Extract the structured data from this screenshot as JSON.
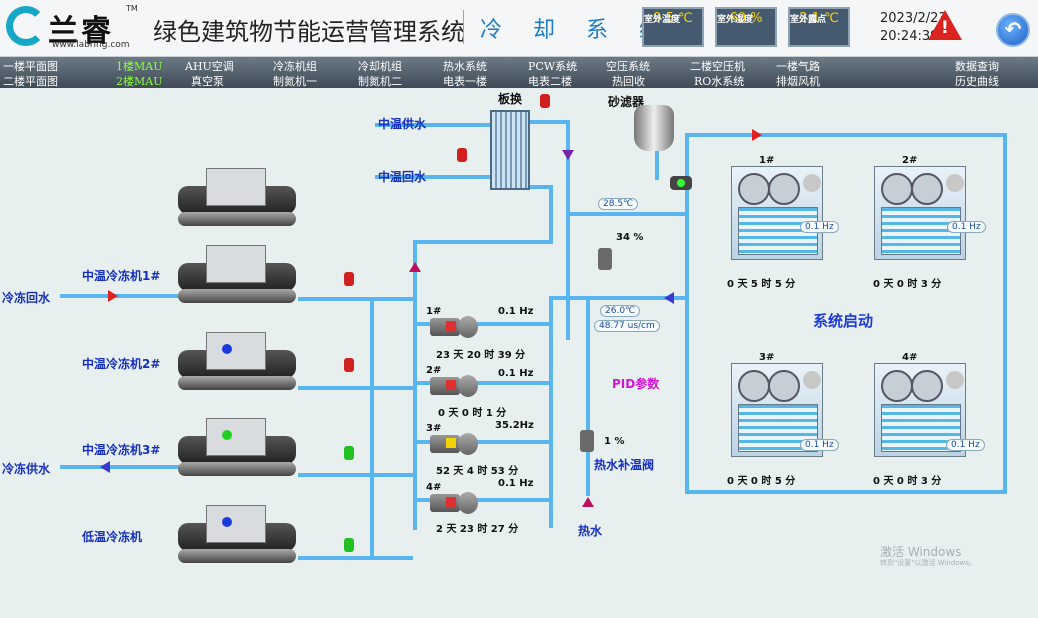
{
  "brand": {
    "name": "兰睿",
    "url": "www.labring.com",
    "tm": "TM"
  },
  "header": {
    "title": "绿色建筑物节能运营管理系统",
    "subtitle": "冷 却 系 统",
    "weather": [
      {
        "label": "室外温度",
        "value": "9.5  ℃"
      },
      {
        "label": "室外湿度",
        "value": "60  %"
      },
      {
        "label": "室外露点",
        "value": "2.1  ℃"
      }
    ],
    "date": "2023/2/23",
    "time": "20:24:39"
  },
  "nav": {
    "row1": [
      "一楼平面图",
      "1楼MAU",
      "AHU空调",
      "冷冻机组",
      "冷却机组",
      "热水系统",
      "PCW系统",
      "空压系统",
      "二楼空压机",
      "一楼气路",
      "数据查询"
    ],
    "row2": [
      "二楼平面图",
      "2楼MAU",
      "真空泵",
      "制氮机一",
      "制氮机二",
      "电表一楼",
      "电表二楼",
      "热回收",
      "RO水系统",
      "排烟风机",
      "历史曲线"
    ]
  },
  "labels": {
    "plate_hx": "板换",
    "sand_filter": "砂滤器",
    "mid_supply": "中温供水",
    "mid_return": "中温回水",
    "chill_return": "冷冻回水",
    "chill_supply": "冷冻供水",
    "chiller1": "中温冷冻机1#",
    "chiller2": "中温冷冻机2#",
    "chiller3": "中温冷冻机3#",
    "chiller_low": "低温冷冻机",
    "hot_valve": "热水补温阀",
    "hot_water": "热水",
    "pid": "PID参数",
    "status": "系统启动"
  },
  "sensors": {
    "temp1": "28.5℃",
    "temp2": "26.0℃",
    "cond": "48.77  us/cm",
    "valve1_pct": "34 %",
    "valve2_pct": "1  %"
  },
  "pumps": [
    {
      "id": "1#",
      "hz": "0.1 Hz",
      "runtime": "23 天 20 时 39 分",
      "color": "#e03030"
    },
    {
      "id": "2#",
      "hz": "0.1 Hz",
      "runtime": "0 天 0 时 1 分",
      "color": "#e03030"
    },
    {
      "id": "3#",
      "hz": "35.2Hz",
      "runtime": "52 天 4 时 53 分",
      "color": "#f2d200"
    },
    {
      "id": "4#",
      "hz": "0.1 Hz",
      "runtime": "2 天 23 时 27 分",
      "color": "#e03030"
    }
  ],
  "towers": [
    {
      "id": "1#",
      "hz": "0.1 Hz",
      "runtime": "0 天 5 时 5 分"
    },
    {
      "id": "2#",
      "hz": "0.1 Hz",
      "runtime": "0 天 0 时 3 分"
    },
    {
      "id": "3#",
      "hz": "0.1 Hz",
      "runtime": "0 天 0 时 5 分"
    },
    {
      "id": "4#",
      "hz": "0.1 Hz",
      "runtime": "0 天 0 时 3 分"
    }
  ],
  "watermark": {
    "line1": "激活 Windows",
    "line2": "转到\"设置\"以激活 Windows。"
  }
}
